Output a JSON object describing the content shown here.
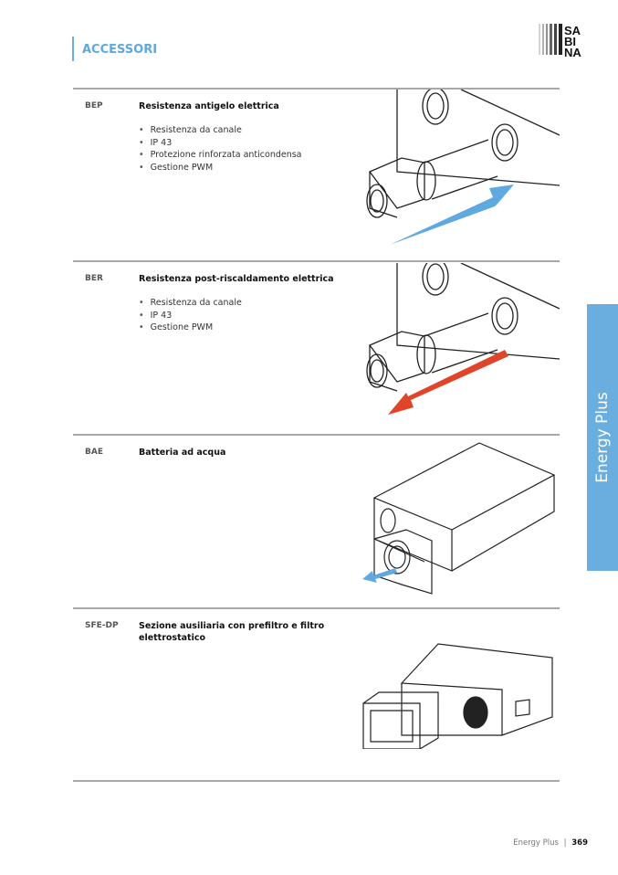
{
  "header": {
    "section": "ACCESSORI",
    "logo_text": "SABIANA"
  },
  "side_tab": {
    "label": "Energy Plus"
  },
  "items": [
    {
      "code": "BEP",
      "title": "Resistenza antigelo elettrica",
      "bullets": [
        "Resistenza da canale",
        "IP 43",
        "Protezione rinforzata anticondensa",
        "Gestione PWM"
      ],
      "arrow_color": "#5ea9e0"
    },
    {
      "code": "BER",
      "title": "Resistenza post-riscaldamento elettrica",
      "bullets": [
        "Resistenza da canale",
        "IP 43",
        "Gestione PWM"
      ],
      "arrow_color": "#e0452a"
    },
    {
      "code": "BAE",
      "title": "Batteria ad acqua",
      "bullets": [],
      "arrow_color": "#5ea9e0"
    },
    {
      "code": "SFE-DP",
      "title": "Sezione ausiliaria con prefiltro e filtro elettrostatico",
      "bullets": []
    }
  ],
  "footer": {
    "label": "Energy Plus",
    "separator": "|",
    "page": "369"
  }
}
